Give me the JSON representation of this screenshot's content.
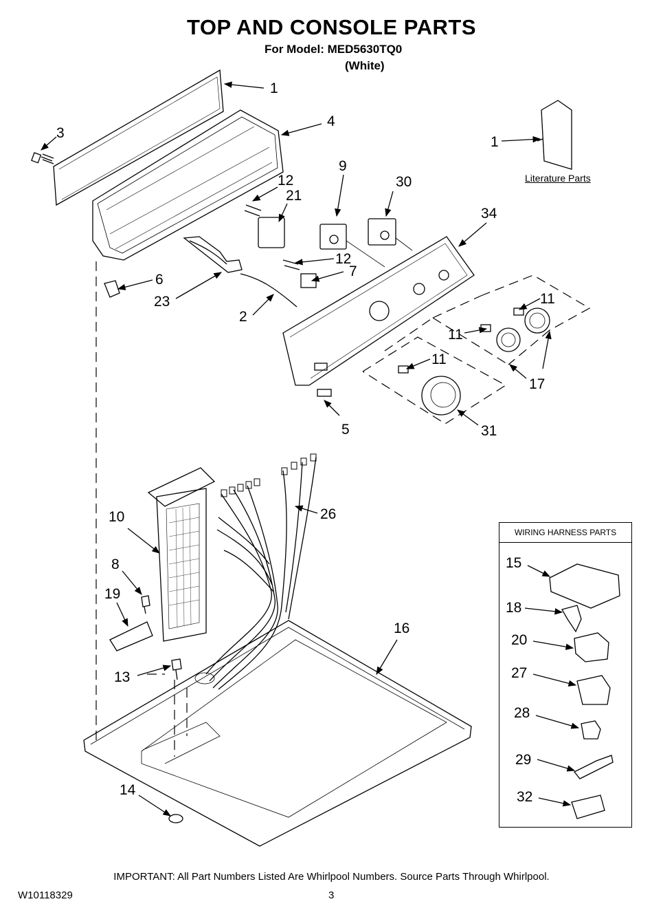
{
  "header": {
    "title": "TOP AND CONSOLE PARTS",
    "model": "For Model: MED5630TQ0",
    "color": "(White)"
  },
  "literature": {
    "label": "Literature Parts",
    "callout": "1"
  },
  "callouts": {
    "c1": "1",
    "c3": "3",
    "c4": "4",
    "c9": "9",
    "c30": "30",
    "c12a": "12",
    "c21": "21",
    "c12b": "12",
    "c7": "7",
    "c34": "34",
    "c6": "6",
    "c23": "23",
    "c2": "2",
    "c11a": "11",
    "c11b": "11",
    "c11c": "11",
    "c17": "17",
    "c5": "5",
    "c31": "31",
    "c10": "10",
    "c26": "26",
    "c8": "8",
    "c19": "19",
    "c13": "13",
    "c16": "16",
    "c14": "14"
  },
  "harness": {
    "title": "WIRING HARNESS PARTS",
    "items": [
      "15",
      "18",
      "20",
      "27",
      "28",
      "29",
      "32"
    ]
  },
  "footer": {
    "important": "IMPORTANT: All Part Numbers Listed Are Whirlpool Numbers. Source Parts Through Whirlpool.",
    "doc_number": "W10118329",
    "page": "3"
  }
}
